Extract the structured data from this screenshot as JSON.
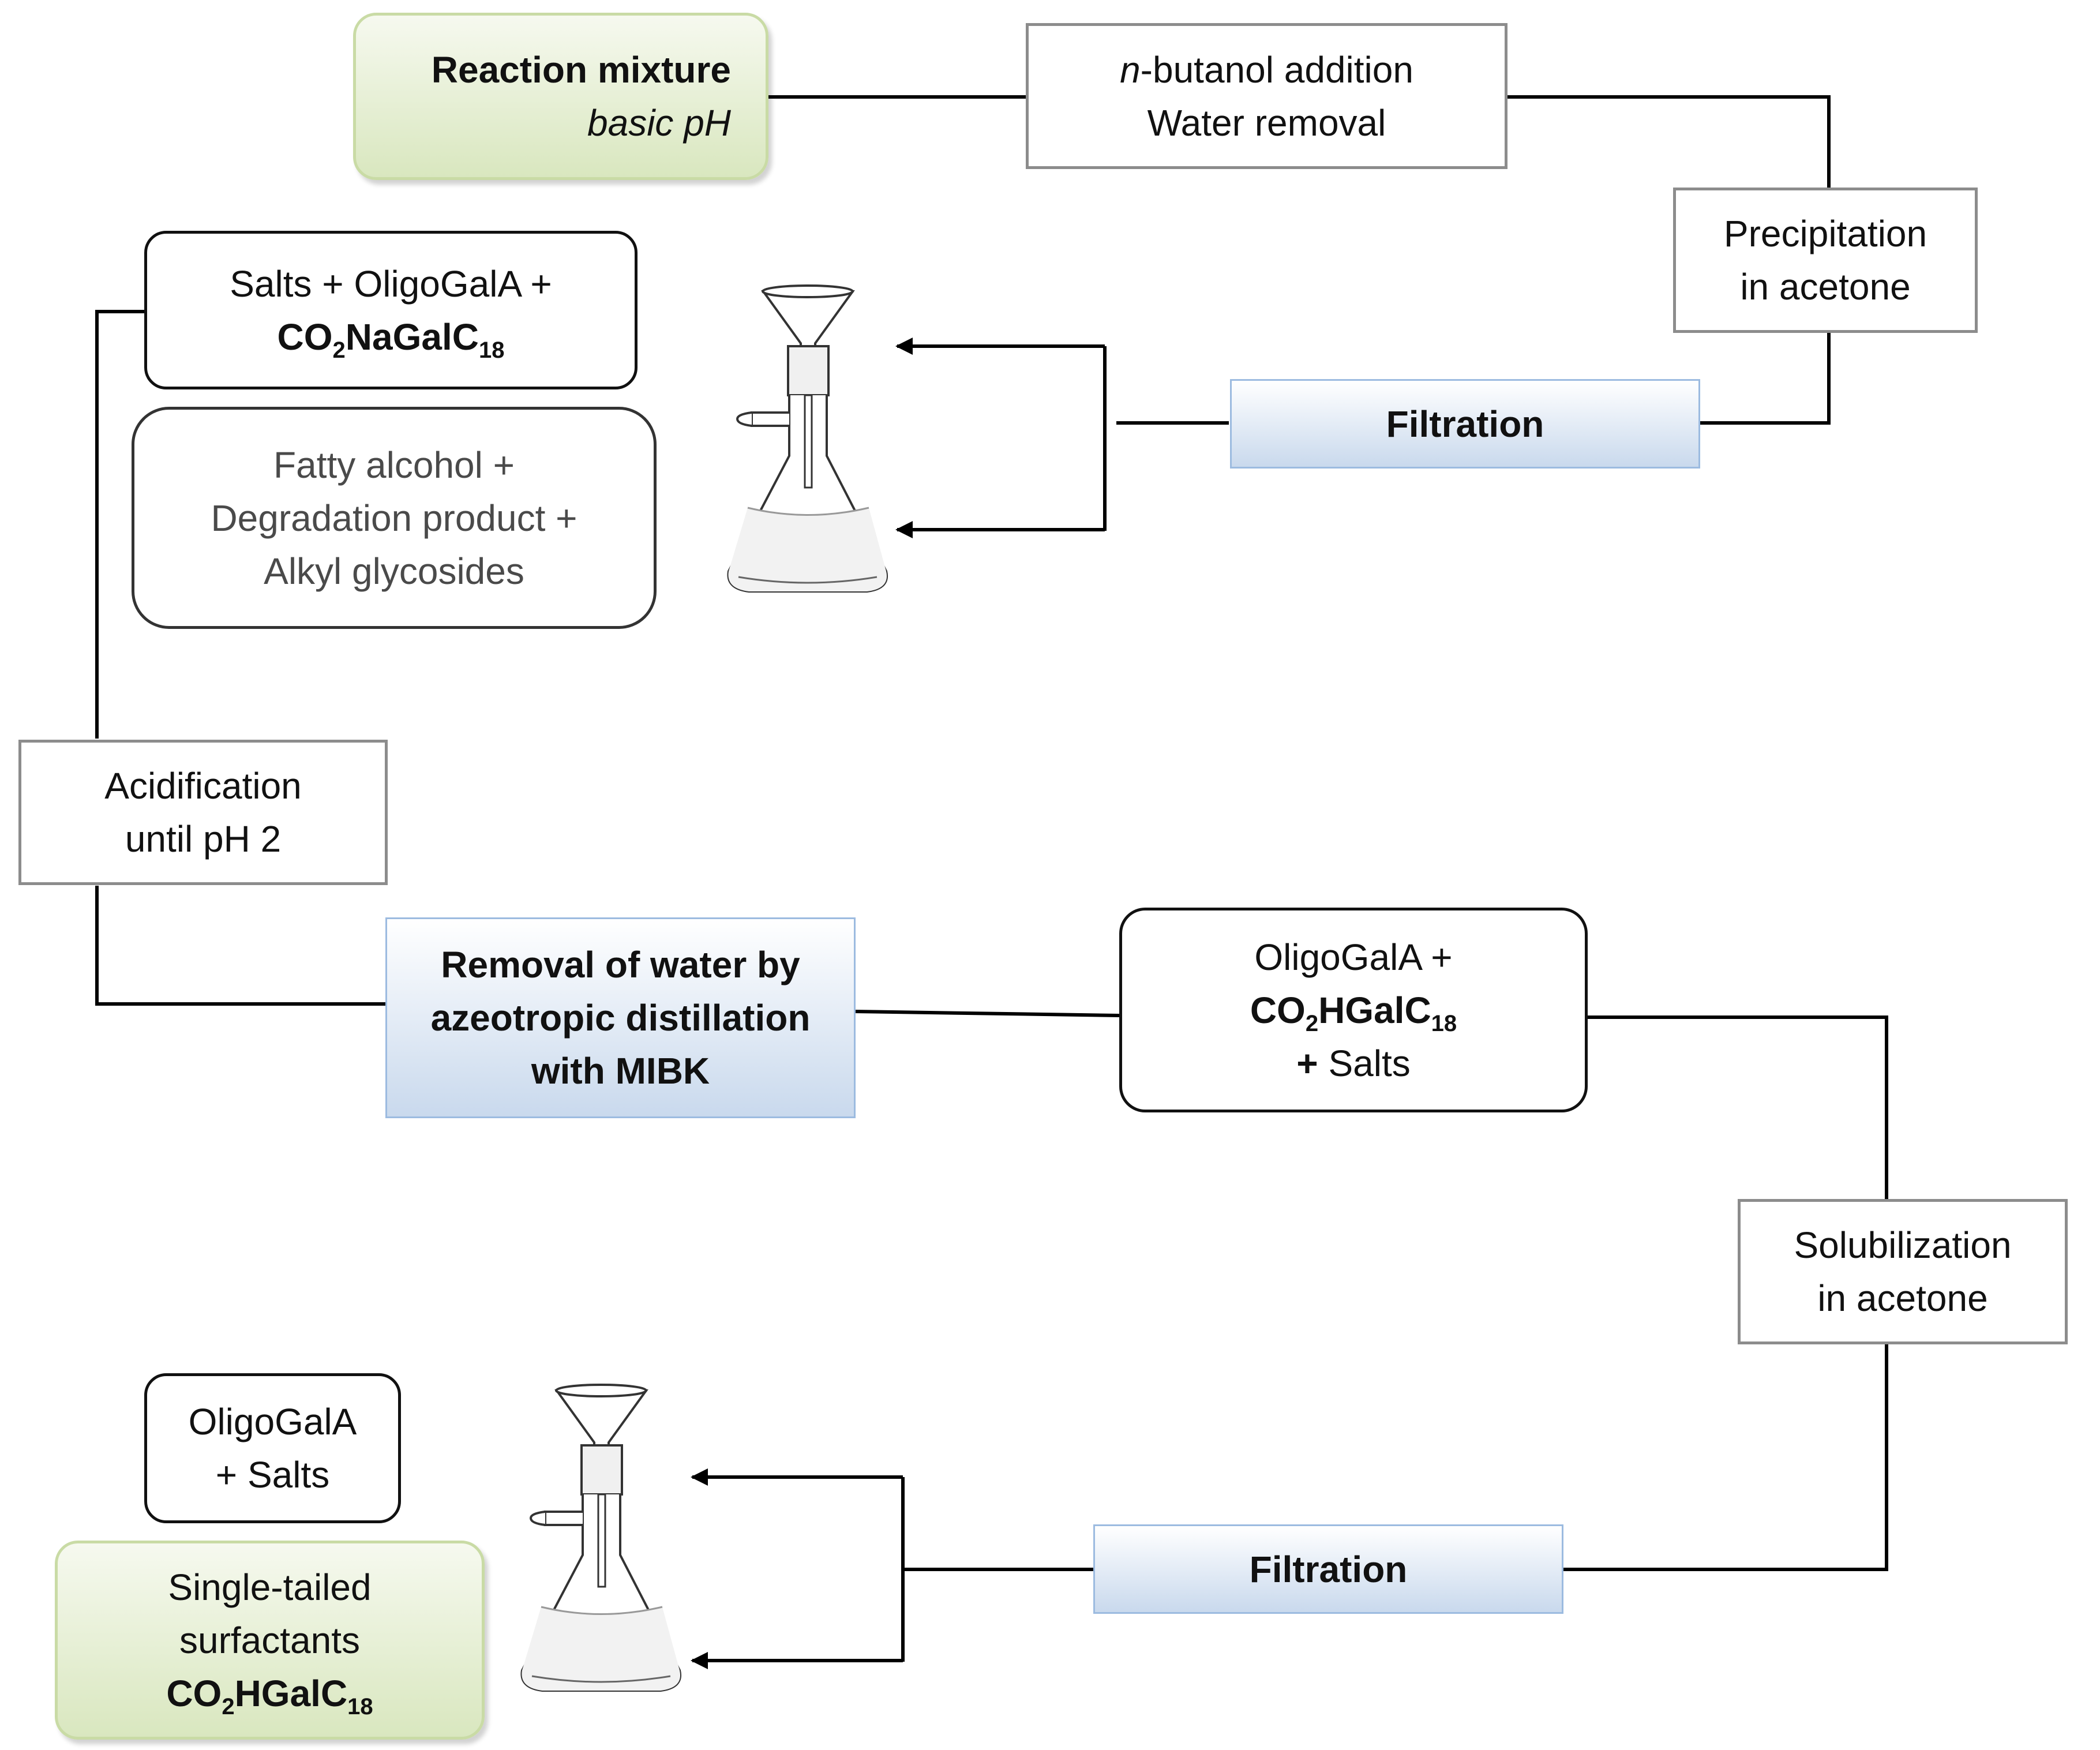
{
  "start_box": {
    "title": "Reaction mixture",
    "subtitle": "basic pH"
  },
  "butanol_box": {
    "italic_prefix": "n",
    "line1_rest": "-butanol addition",
    "line2": "Water removal"
  },
  "precipitation_box": {
    "line1": "Precipitation",
    "line2": "in acetone"
  },
  "filtration_top": {
    "label": "Filtration"
  },
  "solid_top_box": {
    "line1": "Salts + OligoGalA +",
    "formula": {
      "a": "CO",
      "sub1": "2",
      "b": "NaGalC",
      "sub2": "18"
    }
  },
  "filtrate_top_box": {
    "line1": "Fatty alcohol +",
    "line2": "Degradation product +",
    "line3": "Alkyl glycosides"
  },
  "acidification_box": {
    "line1": "Acidification",
    "line2": "until pH 2"
  },
  "removal_box": {
    "line1": "Removal of water  by",
    "line2": "azeotropic distillation",
    "line3": "with MIBK"
  },
  "middle_box": {
    "line1": "OligoGalA +",
    "formula": {
      "a": "CO",
      "sub1": "2",
      "b": "HGalC",
      "sub2": "18"
    },
    "line3_plus": "+",
    "line3_rest": " Salts"
  },
  "solubilization_box": {
    "line1": "Solubilization",
    "line2": "in acetone"
  },
  "filtration_bottom": {
    "label": "Filtration"
  },
  "residue_bottom_box": {
    "line1": "OligoGalA",
    "line2": "+ Salts"
  },
  "final_box": {
    "line1": "Single-tailed",
    "line2": "surfactants",
    "formula": {
      "a": "CO",
      "sub1": "2",
      "b": "HGalC",
      "sub2": "18"
    }
  },
  "icons": [
    "filtration-flask-icon",
    "filtration-flask-icon"
  ],
  "colors": {
    "green_box": "#d9e7bf",
    "blue_box": "#c9d9ed",
    "line": "#000000",
    "grey_border": "#8c8c8c"
  }
}
